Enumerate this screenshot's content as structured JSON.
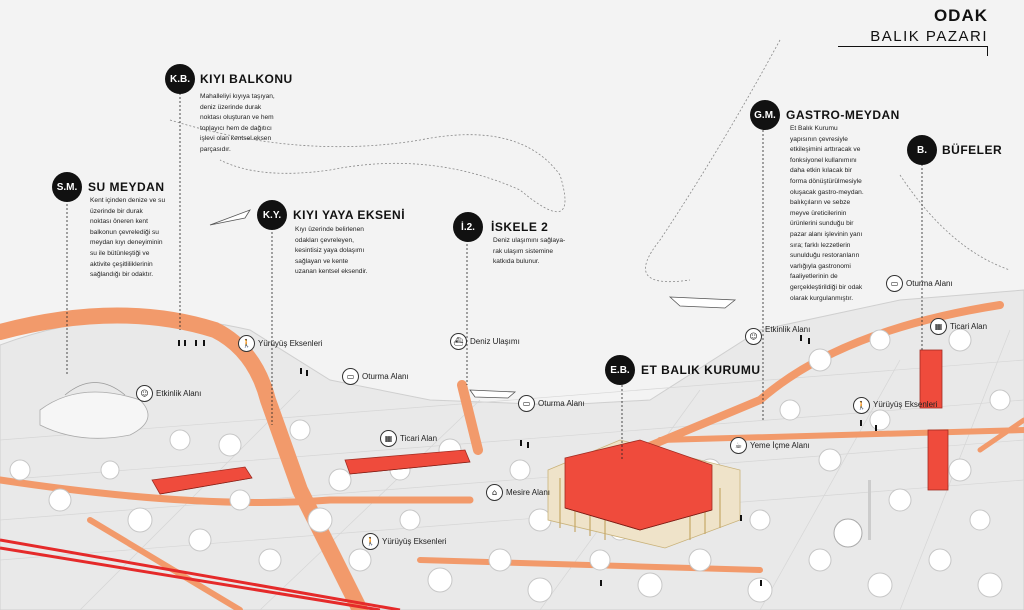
{
  "header": {
    "title": "ODAK",
    "subtitle": "BALIK PAZARI"
  },
  "callouts": [
    {
      "abbr": "K.B.",
      "title": "KIYI BALKONU",
      "text": [
        "Mahalleliyi kıyıya taşıyan,",
        "deniz üzerinde durak",
        "noktası oluşturan ve hem",
        "toplayıcı hem de dağıtıcı",
        "işlevi olan kentsel eksen",
        "parçasıdır."
      ]
    },
    {
      "abbr": "S.M.",
      "title": "SU MEYDAN",
      "text": [
        "Kent içinden denize ve su",
        "üzerinde bir durak",
        "noktası öneren kent",
        "balkonun çevrelediği su",
        "meydan kıyı deneyiminin",
        "su ile bütünleştiği ve",
        "aktivite çeşitliliklerinin",
        "sağlandığı bir odaktır."
      ]
    },
    {
      "abbr": "K.Y.",
      "title": "KIYI YAYA EKSENİ",
      "text": [
        "Kıyı üzerinde belirlenen",
        "odakları çevreleyen,",
        "kesintisiz yaya dolaşımı",
        "sağlayan ve kente",
        "uzanan kentsel eksendir."
      ]
    },
    {
      "abbr": "İ.2.",
      "title": "İSKELE 2",
      "text": [
        "Deniz ulaşımını sağlaya-",
        "rak ulaşım sistemine",
        "katkıda bulunur."
      ]
    },
    {
      "abbr": "G.M.",
      "title": "GASTRO-MEYDAN",
      "text": [
        "Et Balık Kurumu",
        "yapısının çevresiyle",
        "etkileşimini arttıracak ve",
        "fonksiyonel kullanımını",
        "daha etkin kılacak bir",
        "forma dönüştürülmesiyle",
        "oluşacak gastro-meydan.",
        "balıkçıların ve sebze",
        "meyve üreticilerinin",
        "ürünlerini sunduğu bir",
        "pazar alanı işlevinin yanı",
        "sıra; farklı lezzetlerin",
        "sunulduğu restoranların",
        "varlığıyla gastronomi",
        "faaliyetlerinin de",
        "gerçekleştirildiği bir odak",
        "olarak kurgulanmıştır."
      ]
    },
    {
      "abbr": "B.",
      "title": "BÜFELER",
      "text": []
    },
    {
      "abbr": "E.B.",
      "title": "ET BALIK KURUMU",
      "text": []
    }
  ],
  "map_labels": {
    "yuruyus1": "Yürüyüş  Eksenleri",
    "deniz": "Deniz Ulaşımı",
    "oturma1": "Oturma Alanı",
    "oturma2": "Oturma Alanı",
    "oturma3": "Oturma Alanı",
    "etkinlik1": "Etkinlik Alanı",
    "etkinlik2": "Etkinlik Alanı",
    "ticari1": "Ticari Alan",
    "ticari2": "Ticari Alan",
    "mesire": "Mesire Alanı",
    "yuruyus2": "Yürüyüş Eksenleri",
    "yuruyus3": "Yürüyüş Eksenleri",
    "yeme": "Yeme İçme Alanı"
  },
  "colors": {
    "accent": "#ee5a45",
    "path": "#f29a6b",
    "dark": "#111111"
  }
}
